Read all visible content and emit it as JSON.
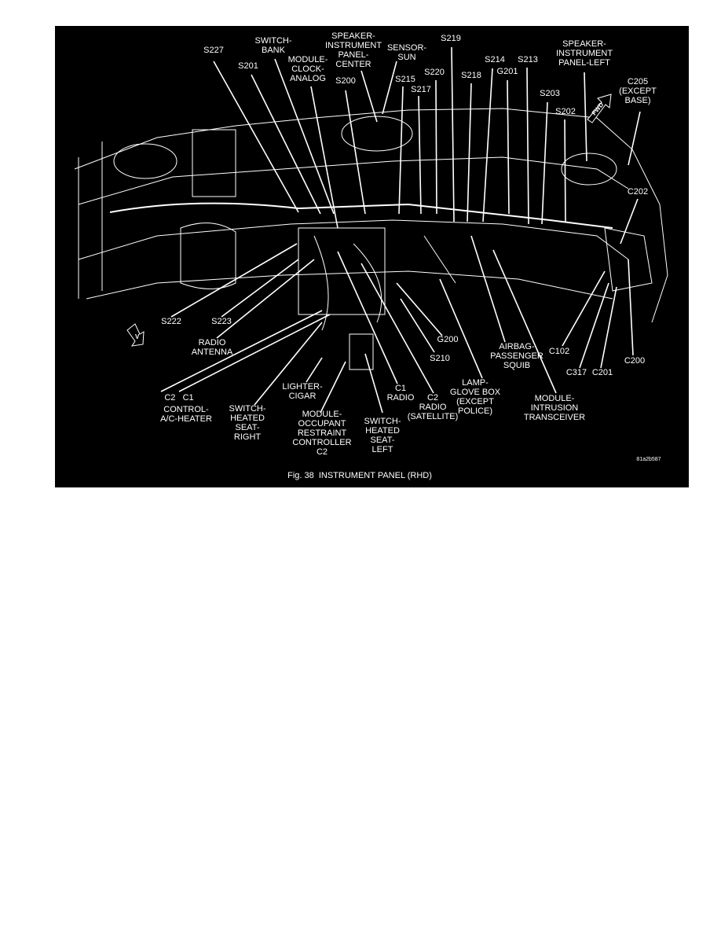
{
  "figure": {
    "caption": "Fig. 38  INSTRUMENT PANEL (RHD)",
    "code": "81a2b587",
    "background_color": "#000000",
    "line_color": "#ffffff",
    "labels": [
      "S227",
      "S201",
      "SWITCH-\nBANK",
      "MODULE-\nCLOCK-\nANALOG",
      "SPEAKER-\nINSTRUMENT\nPANEL-\nCENTER",
      "SENSOR-\nSUN",
      "S200",
      "S215",
      "S217",
      "S220",
      "S219",
      "S218",
      "S214",
      "G201",
      "S213",
      "S203",
      "S202",
      "SPEAKER-\nINSTRUMENT\nPANEL-LEFT",
      "C205\n(EXCEPT\nBASE)",
      "C202",
      "S222",
      "S223",
      "RADIO\nANTENNA",
      "C2   C1",
      "CONTROL-\nA/C-HEATER",
      "SWITCH-\nHEATED\nSEAT-\nRIGHT",
      "LIGHTER-\nCIGAR",
      "MODULE-\nOCCUPANT\nRESTRAINT\nCONTROLLER\nC2",
      "SWITCH-\nHEATED\nSEAT-\nLEFT",
      "C1\nRADIO",
      "C2\nRADIO\n(SATELLITE)",
      "G200",
      "S210",
      "LAMP-\nGLOVE BOX\n(EXCEPT\nPOLICE)",
      "AIRBAG-\nPASSENGER\nSQUIB",
      "MODULE-\nINTRUSION\nTRANSCEIVER",
      "C102",
      "C317",
      "C201",
      "C200"
    ],
    "direction_arrows": [
      "FWD",
      "V"
    ]
  }
}
